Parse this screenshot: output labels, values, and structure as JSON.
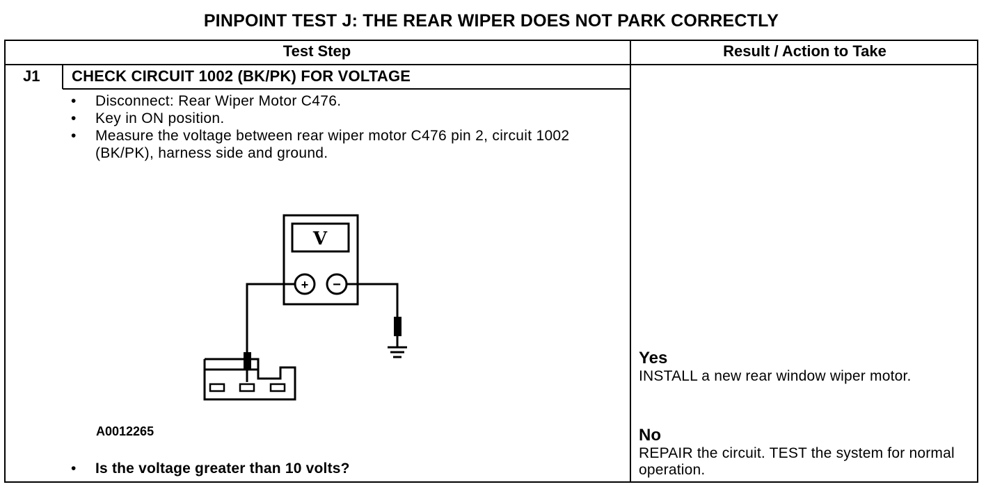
{
  "title": "PINPOINT TEST  J: THE REAR WIPER DOES NOT PARK CORRECTLY",
  "table": {
    "headers": {
      "step": "Test Step",
      "result": "Result / Action to Take"
    },
    "step": {
      "id": "J1",
      "title": "CHECK CIRCUIT 1002 (BK/PK) FOR VOLTAGE",
      "bullet_glyph": "•",
      "instructions": [
        "Disconnect: Rear Wiper Motor C476.",
        "Key in ON position.",
        "Measure the voltage between rear wiper motor C476 pin 2, circuit 1002 (BK/PK), harness side and ground."
      ],
      "figure": {
        "meter_symbol": "V",
        "positive_symbol": "+",
        "negative_symbol": "−",
        "figure_id": "A0012265"
      },
      "question": "Is the voltage greater than 10 volts?"
    },
    "results": [
      {
        "label": "Yes",
        "action": "INSTALL a new rear window wiper motor."
      },
      {
        "label": "No",
        "action": "REPAIR the circuit. TEST the system for normal operation."
      }
    ]
  }
}
